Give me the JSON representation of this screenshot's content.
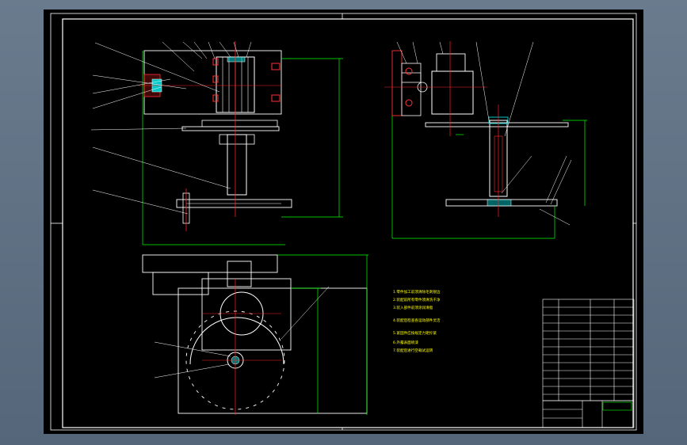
{
  "colors": {
    "viewport_background": "#000000",
    "frame": "#ffffff",
    "dimension_lines": "#00ff00",
    "centerlines": "#ff0000",
    "notes": "#ffff00",
    "table_text": "#ffffff"
  },
  "drawing": {
    "views": [
      "front-view",
      "side-view",
      "top-view"
    ],
    "tech_notes": [
      "1.零件加工前须清除毛刺锐边",
      "2.装配前所有零件须清洗干净",
      "3.装入部件前须涂润滑脂",
      "4.装配后检查各运动部件灵活",
      "5.紧固件应按规定力矩拧紧",
      "6.外露表面喷漆",
      "7.装配后进行空载试运转"
    ]
  }
}
